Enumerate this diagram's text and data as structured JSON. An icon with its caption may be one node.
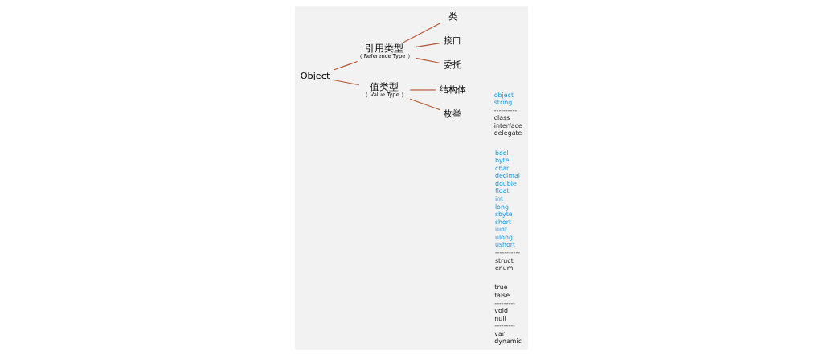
{
  "diagram": {
    "nodes": [
      {
        "text": [
          "Object"
        ]
      },
      {
        "text": [
          "引用类型",
          "（ Reference Type ）"
        ]
      },
      {
        "text": [
          "类"
        ]
      },
      {
        "text": [
          "接口"
        ]
      },
      {
        "text": [
          "委托"
        ]
      },
      {
        "text": [
          "值类型",
          "（ Value Type ）"
        ]
      },
      {
        "text": [
          "结构体"
        ]
      },
      {
        "text": [
          "枚举"
        ]
      }
    ],
    "edges": [
      {
        "from": 0,
        "to": 1,
        "arrow": "none"
      },
      {
        "from": 0,
        "to": 5,
        "arrow": "none"
      },
      {
        "from": 1,
        "to": 2,
        "arrow": "none"
      },
      {
        "from": 1,
        "to": 3,
        "arrow": "none"
      },
      {
        "from": 1,
        "to": 4,
        "arrow": "none"
      },
      {
        "from": 5,
        "to": 6,
        "arrow": "none"
      },
      {
        "from": 5,
        "to": 7,
        "arrow": "none"
      }
    ],
    "labels": [
      "object",
      "string",
      "----------",
      "class",
      "interface",
      "delegate",
      "bool",
      "byte",
      "char",
      "decimal",
      "double",
      "float",
      "int",
      "long",
      "sbyte",
      "short",
      "uint",
      "ulong",
      "ushort",
      "-----------",
      "struct",
      "enum",
      "true",
      "false",
      "---------",
      "void",
      "null",
      "---------",
      "var",
      "dynamic"
    ]
  }
}
